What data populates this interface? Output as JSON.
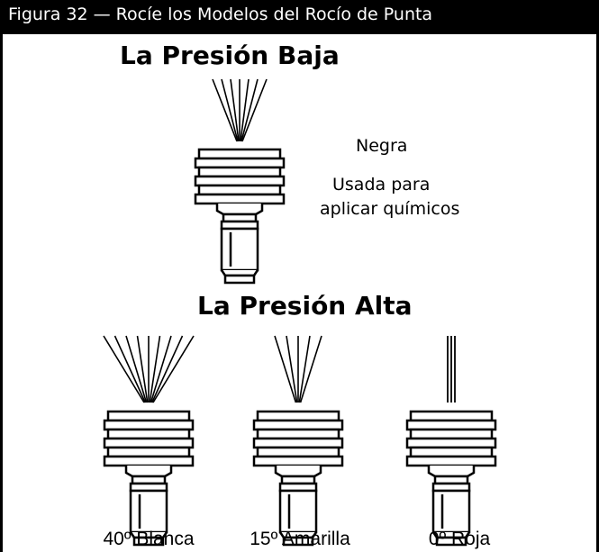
{
  "figure": {
    "header_title": "Figura 32 — Rocíe los Modelos del Rocío de Punta"
  },
  "low_pressure": {
    "title": "La Presión Baja",
    "nozzle": {
      "color_name": "Negra",
      "description_line1": "Usada para",
      "description_line2": "aplicar químicos"
    }
  },
  "high_pressure": {
    "title": "La Presión Alta",
    "nozzles": [
      {
        "label": "40º Blanca",
        "spray_angle_deg": 40
      },
      {
        "label": "15º Amarilla",
        "spray_angle_deg": 15
      },
      {
        "label": "0º Roja",
        "spray_angle_deg": 0
      }
    ]
  },
  "colors": {
    "header_background": "#000000",
    "header_text": "#ffffff",
    "line": "#000000",
    "background": "#ffffff"
  }
}
